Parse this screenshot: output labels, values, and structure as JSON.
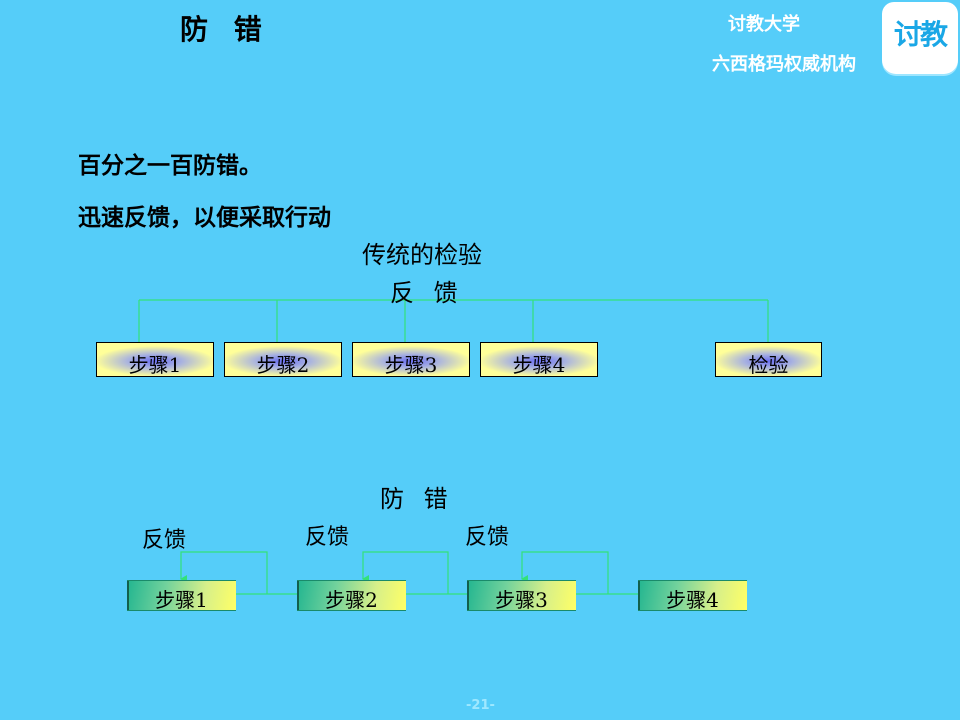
{
  "header": {
    "title": "防 错",
    "brand_line1": "讨教大学",
    "brand_line2": "六西格玛权威机构",
    "logo_text": "讨教"
  },
  "bullets": [
    "百分之一百防错。",
    "迅速反馈，以便采取行动"
  ],
  "traditional": {
    "title": "传统的检验",
    "feedback_label": "反 馈",
    "boxes": [
      "步骤1",
      "步骤2",
      "步骤3",
      "步骤4",
      "检验"
    ]
  },
  "mistake_proofing": {
    "title": "防 错",
    "feedback_labels": [
      "反馈",
      "反馈",
      "反馈"
    ],
    "boxes": [
      "步骤1",
      "步骤2",
      "步骤3",
      "步骤4"
    ]
  },
  "colors": {
    "background": "#55cdf9",
    "line": "#33e17a"
  },
  "page_number": "-21-"
}
